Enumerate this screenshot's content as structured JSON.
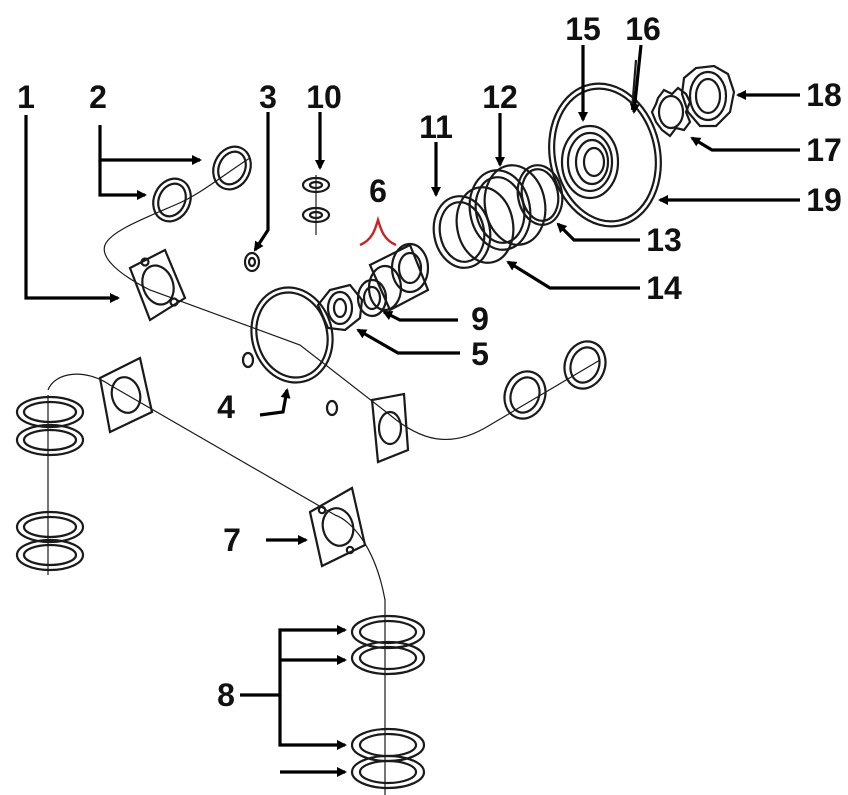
{
  "diagram": {
    "type": "exploded-parts-view",
    "colors": {
      "ink": "#111111",
      "line": "#1a1a1a",
      "bracket": "#cc2222",
      "background": "#ffffff"
    },
    "callouts": [
      {
        "id": "1",
        "text": "1"
      },
      {
        "id": "2",
        "text": "2"
      },
      {
        "id": "3",
        "text": "3"
      },
      {
        "id": "4",
        "text": "4"
      },
      {
        "id": "5",
        "text": "5"
      },
      {
        "id": "6",
        "text": "6"
      },
      {
        "id": "7",
        "text": "7"
      },
      {
        "id": "8",
        "text": "8"
      },
      {
        "id": "9",
        "text": "9"
      },
      {
        "id": "10",
        "text": "10"
      },
      {
        "id": "11",
        "text": "11"
      },
      {
        "id": "12",
        "text": "12"
      },
      {
        "id": "13",
        "text": "13"
      },
      {
        "id": "14",
        "text": "14"
      },
      {
        "id": "15",
        "text": "15"
      },
      {
        "id": "16",
        "text": "16"
      },
      {
        "id": "17",
        "text": "17"
      },
      {
        "id": "18",
        "text": "18"
      },
      {
        "id": "19",
        "text": "19"
      }
    ]
  }
}
